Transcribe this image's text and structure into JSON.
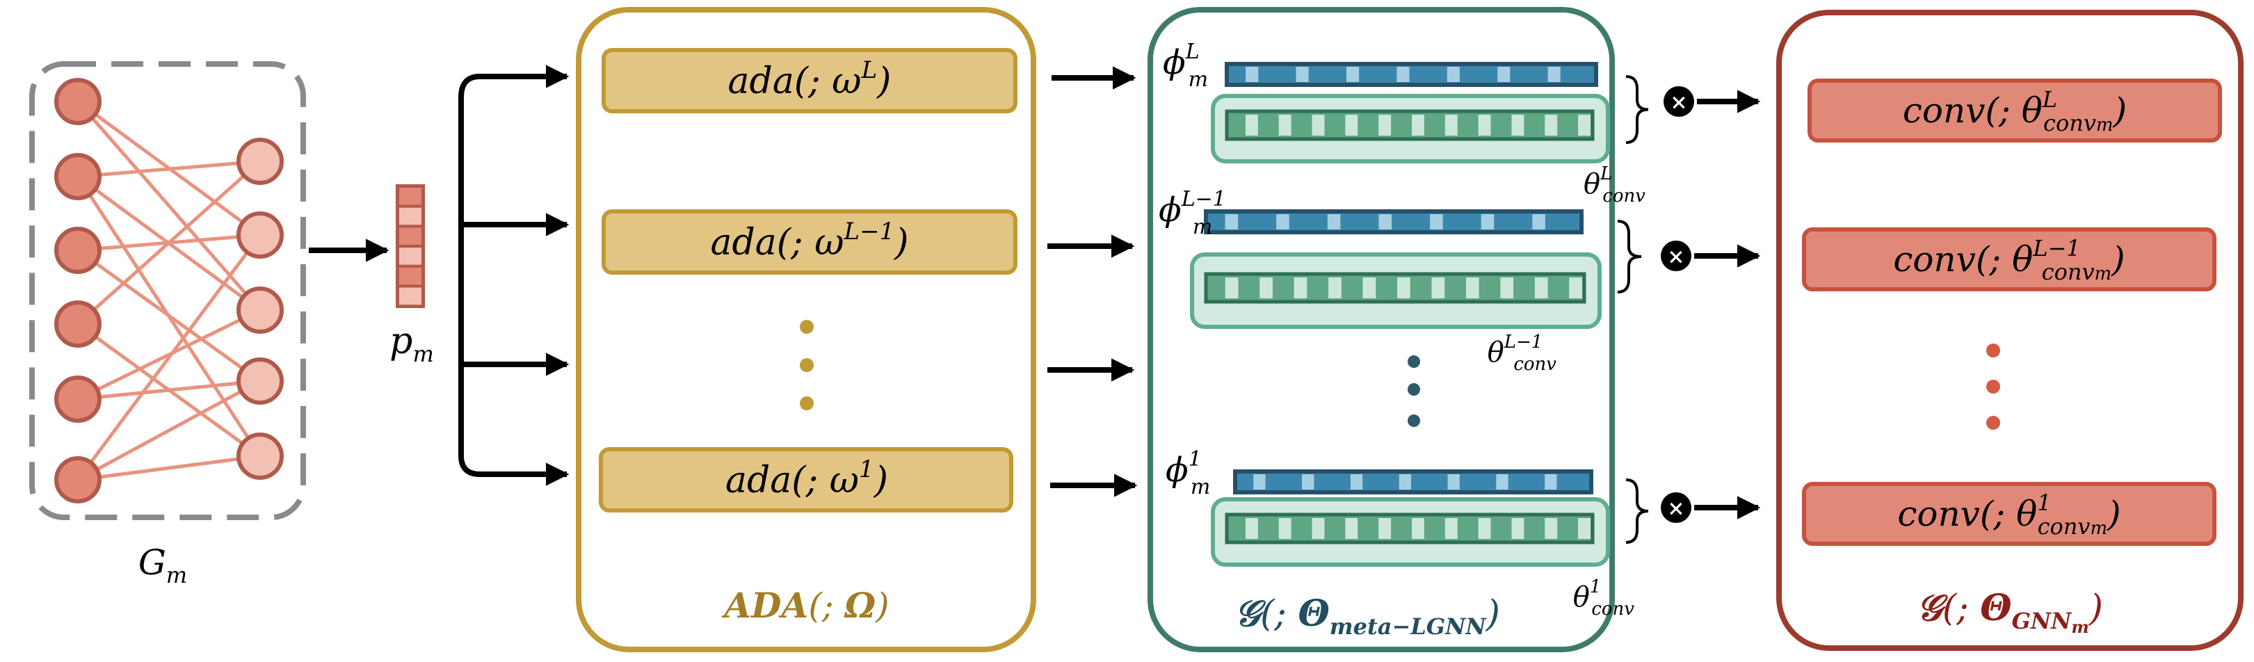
{
  "colors": {
    "node_fill": "#E28676",
    "node_stroke": "#B05A4C",
    "node_light": "#F3C0B4",
    "edge": "#E8937F",
    "dash_box": "#8A8A8A",
    "ada_border": "#C29A35",
    "ada_fill": "#E3C583",
    "ada_text": "#A27D25",
    "meta_border": "#3E7B6C",
    "meta_title": "#234E5F",
    "phi_stroke": "#24506B",
    "phi_dark": "#3B86AC",
    "phi_light": "#A6CFE3",
    "theta_outer": "#D2EADF",
    "theta_stroke": "#5DAE8F",
    "theta_dark": "#5FA684",
    "theta_light": "#CCE7D9",
    "gnn_border": "#9C3B2E",
    "gnn_fill": "#E18978",
    "gnn_stroke": "#C7523D",
    "gnn_title": "#8C1F1A",
    "arrow": "#000000"
  },
  "input_graph": {
    "graph_label": {
      "main": "G",
      "sub": "m"
    },
    "vector_label": {
      "main": "p",
      "sub": "m"
    }
  },
  "ada_panel": {
    "blocks": [
      {
        "pre": "ada(; ω",
        "sup": "L",
        "post": ")"
      },
      {
        "pre": "ada(; ω",
        "sup": "L−1",
        "post": ")"
      },
      {
        "pre": "ada(; ω",
        "sup": "1",
        "post": ")"
      }
    ],
    "title": {
      "bold_a": "ADA",
      "mid": "(; ",
      "bold_b": "Ω",
      "post": ")"
    }
  },
  "meta_panel": {
    "rows": [
      {
        "phi_sup": "L",
        "theta_sup": "L"
      },
      {
        "phi_sup": "L−1",
        "theta_sup": "L−1"
      },
      {
        "phi_sup": "1",
        "theta_sup": "1"
      }
    ],
    "phi_main": "ϕ",
    "phi_sub": "m",
    "theta_main": "θ",
    "theta_sub": "conv",
    "multiply_symbol": "×",
    "title": {
      "script": "𝒢",
      "mid": "(; ",
      "bold": "Θ",
      "sub": "meta−LGNN",
      "post": ")"
    }
  },
  "gnn_panel": {
    "blocks": [
      {
        "pre": "conv(; θ",
        "sup": "L",
        "sub_a": "conv",
        "sub_b": "m",
        "post": ")"
      },
      {
        "pre": "conv(; θ",
        "sup": "L−1",
        "sub_a": "conv",
        "sub_b": "m",
        "post": ")"
      },
      {
        "pre": "conv(; θ",
        "sup": "1",
        "sub_a": "conv",
        "sub_b": "m",
        "post": ")"
      }
    ],
    "title": {
      "script": "𝒢",
      "mid": "(; ",
      "bold": "Θ",
      "sub_a": "GNN",
      "sub_b": "m",
      "post": ")"
    }
  }
}
